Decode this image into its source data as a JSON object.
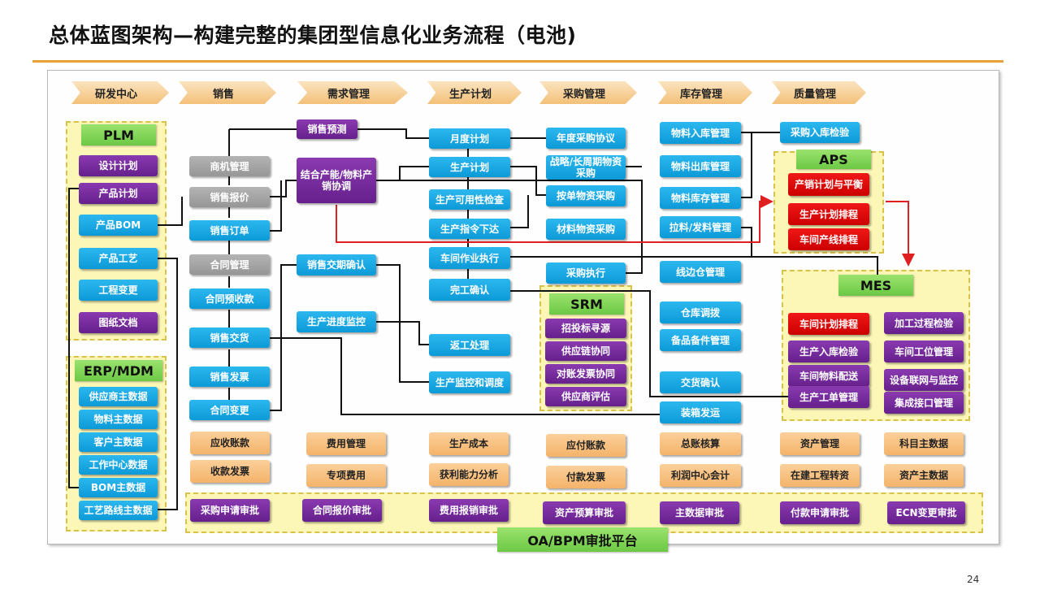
{
  "title": "总体蓝图架构—构建完整的集团型信息化业务流程（电池)",
  "page_number": "24",
  "colors": {
    "accent": "#e8a13a",
    "blue": "#0c9ad8",
    "purple": "#66208c",
    "grey": "#969696",
    "red": "#cc0000",
    "orange": "#f4b36a",
    "green": "#6cc844",
    "zone": "#fcf6b7"
  },
  "headers": {
    "rd": "研发中心",
    "sales": "销售",
    "demand": "需求管理",
    "production": "生产计划",
    "purchase": "采购管理",
    "inventory": "库存管理",
    "quality": "质量管理"
  },
  "groups": {
    "plm": "PLM",
    "erp": "ERP/MDM",
    "aps": "APS",
    "srm": "SRM",
    "mes": "MES",
    "oa": "OA/BPM审批平台"
  },
  "plm": {
    "design_plan": "设计计划",
    "product_plan": "产品计划",
    "product_bom": "产品BOM",
    "product_process": "产品工艺",
    "eng_change": "工程变更",
    "drawing_doc": "图纸文档"
  },
  "erp": {
    "supplier_data": "供应商主数据",
    "material_data": "物料主数据",
    "customer_data": "客户主数据",
    "workcenter_data": "工作中心数据",
    "bom_data": "BOM主数据",
    "routing_data": "工艺路线主数据"
  },
  "sales": {
    "opportunity": "商机管理",
    "quote": "销售报价",
    "order": "销售订单",
    "contract": "合同管理",
    "prepay": "合同预收款",
    "delivery": "销售交货",
    "invoice": "销售发票",
    "contract_change": "合同变更"
  },
  "demand": {
    "forecast": "销售预测",
    "coordination": "结合产能/物料产销协调",
    "delivery_confirm": "销售交期确认",
    "progress_monitor": "生产进度监控"
  },
  "production": {
    "monthly_plan": "月度计划",
    "production_plan": "生产计划",
    "availability_check": "生产可用性检查",
    "order_release": "生产指令下达",
    "workshop_exec": "车间作业执行",
    "completion": "完工确认",
    "rework": "返工处理",
    "monitor_dispatch": "生产监控和调度"
  },
  "purchase": {
    "annual_agreement": "年度采购协议",
    "strategic": "战略/长周期物资采购",
    "mto": "按单物资采购",
    "material_purchase": "材料物资采购",
    "execution": "采购执行"
  },
  "srm": {
    "bidding": "招投标寻源",
    "collaboration": "供应链协同",
    "reconciliation": "对账发票协同",
    "evaluation": "供应商评估"
  },
  "inventory": {
    "inbound": "物料入库管理",
    "outbound": "物料出库管理",
    "stock": "物料库存管理",
    "issue": "拉料/发料管理",
    "line_side": "线边仓管理",
    "transfer": "仓库调拨",
    "spare_parts": "备品备件管理",
    "delivery_confirm": "交货确认",
    "packing": "装箱发运"
  },
  "quality": {
    "incoming": "采购入库检验"
  },
  "aps": {
    "balance": "产销计划与平衡",
    "scheduling": "生产计划排程",
    "line_scheduling": "车间产线排程"
  },
  "mes": {
    "workshop_scheduling": "车间计划排程",
    "process_inspect": "加工过程检验",
    "inbound_inspect": "生产入库检验",
    "station_mgmt": "车间工位管理",
    "material_dist": "车间物料配送",
    "device_iot": "设备联网与监控",
    "work_order": "生产工单管理",
    "integration": "集成接口管理"
  },
  "finance": {
    "receivable": "应收账款",
    "receipt_invoice": "收款发票",
    "expense": "费用管理",
    "special_expense": "专项费用",
    "production_cost": "生产成本",
    "profitability": "获利能力分析",
    "payable": "应付账款",
    "payment_invoice": "付款发票",
    "ledger_check": "总账核算",
    "profit_center": "利润中心会计",
    "asset_mgmt": "资产管理",
    "construction_transfer": "在建工程转资",
    "subject_data": "科目主数据",
    "asset_data": "资产主数据"
  },
  "oa": {
    "purchase_request": "采购申请审批",
    "contract_quote": "合同报价审批",
    "expense_reimb": "费用报销审批",
    "asset_budget": "资产预算审批",
    "master_data": "主数据审批",
    "payment_request": "付款申请审批",
    "ecn_change": "ECN变更审批"
  }
}
